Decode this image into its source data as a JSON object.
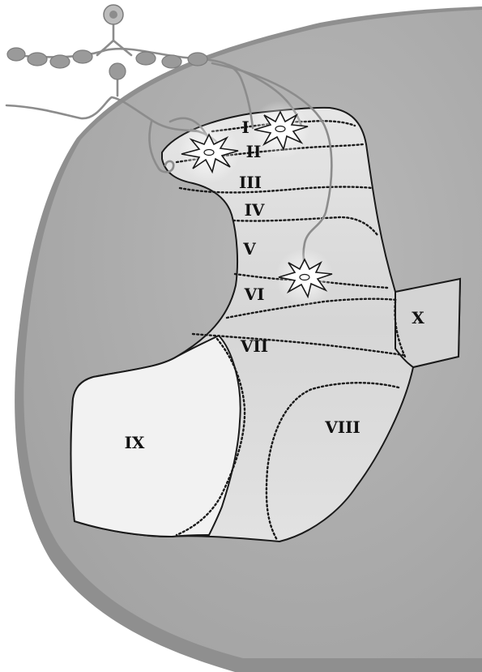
{
  "figure": {
    "laminae": [
      {
        "id": "I",
        "label": "I"
      },
      {
        "id": "II",
        "label": "II"
      },
      {
        "id": "III",
        "label": "III"
      },
      {
        "id": "IV",
        "label": "IV"
      },
      {
        "id": "V",
        "label": "V"
      },
      {
        "id": "VI",
        "label": "VI"
      },
      {
        "id": "VII",
        "label": "VII"
      },
      {
        "id": "VIII",
        "label": "VIII"
      },
      {
        "id": "IX",
        "label": "IX"
      },
      {
        "id": "X",
        "label": "X"
      }
    ],
    "colors": {
      "white_matter": "#a9a9a9",
      "white_matter_shadow": "#8f8f8f",
      "gray_matter": "#d9d9d9",
      "ventral_horn_light": "#f3f3f3",
      "outline": "#1a1a1a",
      "neuron_fill": "#ffffff",
      "fiber": "#8c8c8c",
      "myelin": "#9a9a9a"
    }
  }
}
